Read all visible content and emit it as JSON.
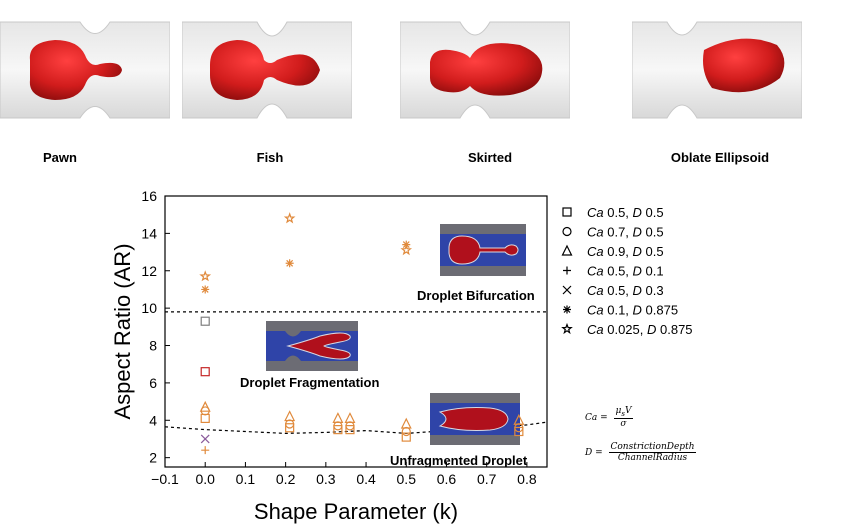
{
  "shapes": {
    "pawn_label": "Pawn",
    "fish_label": "Fish",
    "skirted_label": "Skirted",
    "oblate_label": "Oblate Ellipsoid"
  },
  "insets": {
    "bifurcation": "Droplet Bifurcation",
    "fragmentation": "Droplet Fragmentation",
    "unfragmented": "Unfragmented Droplet"
  },
  "equations": {
    "ca_lhs": "Ca =",
    "ca_num": "μ",
    "ca_num_sub": "s",
    "ca_num_v": "V",
    "ca_den": "σ",
    "d_lhs": "D =",
    "d_num": "ConstrictionDepth",
    "d_den": "ChannelRadius"
  },
  "colors": {
    "droplet_red": "#d11c1c",
    "marker_orange": "#e08a3c",
    "marker_gray": "#7f7f7f",
    "marker_red": "#c62828",
    "marker_purple": "#8a5a9a",
    "inset_blue": "#2f44a8",
    "inset_gray": "#6c6c74",
    "inset_drop": "#b0101c"
  },
  "chart_data": {
    "type": "scatter",
    "xlabel": "Shape Parameter (k)",
    "ylabel": "Aspect Ratio (AR)",
    "xlim": [
      -0.1,
      0.85
    ],
    "ylim": [
      1.5,
      16
    ],
    "xticks": [
      "−0.1",
      "0.0",
      "0.1",
      "0.2",
      "0.3",
      "0.4",
      "0.5",
      "0.6",
      "0.7",
      "0.8"
    ],
    "yticks": [
      "2",
      "4",
      "6",
      "8",
      "10",
      "12",
      "14",
      "16"
    ],
    "threshold_line": {
      "y": 9.8
    },
    "boundary_curve": {
      "x": [
        -0.1,
        0.0,
        0.1,
        0.2,
        0.3,
        0.4,
        0.5,
        0.6,
        0.7,
        0.8,
        0.85
      ],
      "y": [
        3.65,
        3.5,
        3.4,
        3.3,
        3.35,
        3.45,
        3.3,
        3.45,
        3.55,
        3.75,
        3.9
      ]
    },
    "series": [
      {
        "name": "Ca 0.5, D 0.5",
        "marker": "square",
        "points": [
          [
            0.0,
            9.3,
            "gray"
          ],
          [
            0.0,
            6.6,
            "red"
          ],
          [
            0.0,
            4.1,
            "orange"
          ],
          [
            0.21,
            3.6,
            "orange"
          ],
          [
            0.33,
            3.5,
            "orange"
          ],
          [
            0.36,
            3.5,
            "orange"
          ],
          [
            0.5,
            3.1,
            "orange"
          ],
          [
            0.78,
            3.4,
            "orange"
          ]
        ]
      },
      {
        "name": "Ca 0.7, D 0.5",
        "marker": "circle",
        "points": [
          [
            0.0,
            4.5,
            "orange"
          ],
          [
            0.21,
            3.8,
            "orange"
          ],
          [
            0.33,
            3.7,
            "orange"
          ],
          [
            0.36,
            3.7,
            "orange"
          ],
          [
            0.5,
            3.4,
            "orange"
          ],
          [
            0.78,
            3.6,
            "orange"
          ]
        ]
      },
      {
        "name": "Ca 0.9, D 0.5",
        "marker": "triangle",
        "points": [
          [
            0.0,
            4.7,
            "orange"
          ],
          [
            0.21,
            4.2,
            "orange"
          ],
          [
            0.33,
            4.1,
            "orange"
          ],
          [
            0.36,
            4.1,
            "orange"
          ],
          [
            0.5,
            3.8,
            "orange"
          ],
          [
            0.78,
            4.0,
            "orange"
          ]
        ]
      },
      {
        "name": "Ca 0.5, D 0.1",
        "marker": "plus",
        "points": [
          [
            0.0,
            2.4,
            "orange"
          ]
        ]
      },
      {
        "name": "Ca 0.5, D 0.3",
        "marker": "x",
        "points": [
          [
            0.0,
            3.0,
            "purple"
          ]
        ]
      },
      {
        "name": "Ca 0.1, D 0.875",
        "marker": "asterisk",
        "points": [
          [
            0.0,
            11.0,
            "orange"
          ],
          [
            0.21,
            12.4,
            "orange"
          ],
          [
            0.5,
            13.4,
            "orange"
          ]
        ]
      },
      {
        "name": "Ca 0.025, D 0.875",
        "marker": "star",
        "points": [
          [
            0.0,
            11.7,
            "orange"
          ],
          [
            0.21,
            14.8,
            "orange"
          ],
          [
            0.5,
            13.1,
            "orange"
          ]
        ]
      }
    ]
  }
}
